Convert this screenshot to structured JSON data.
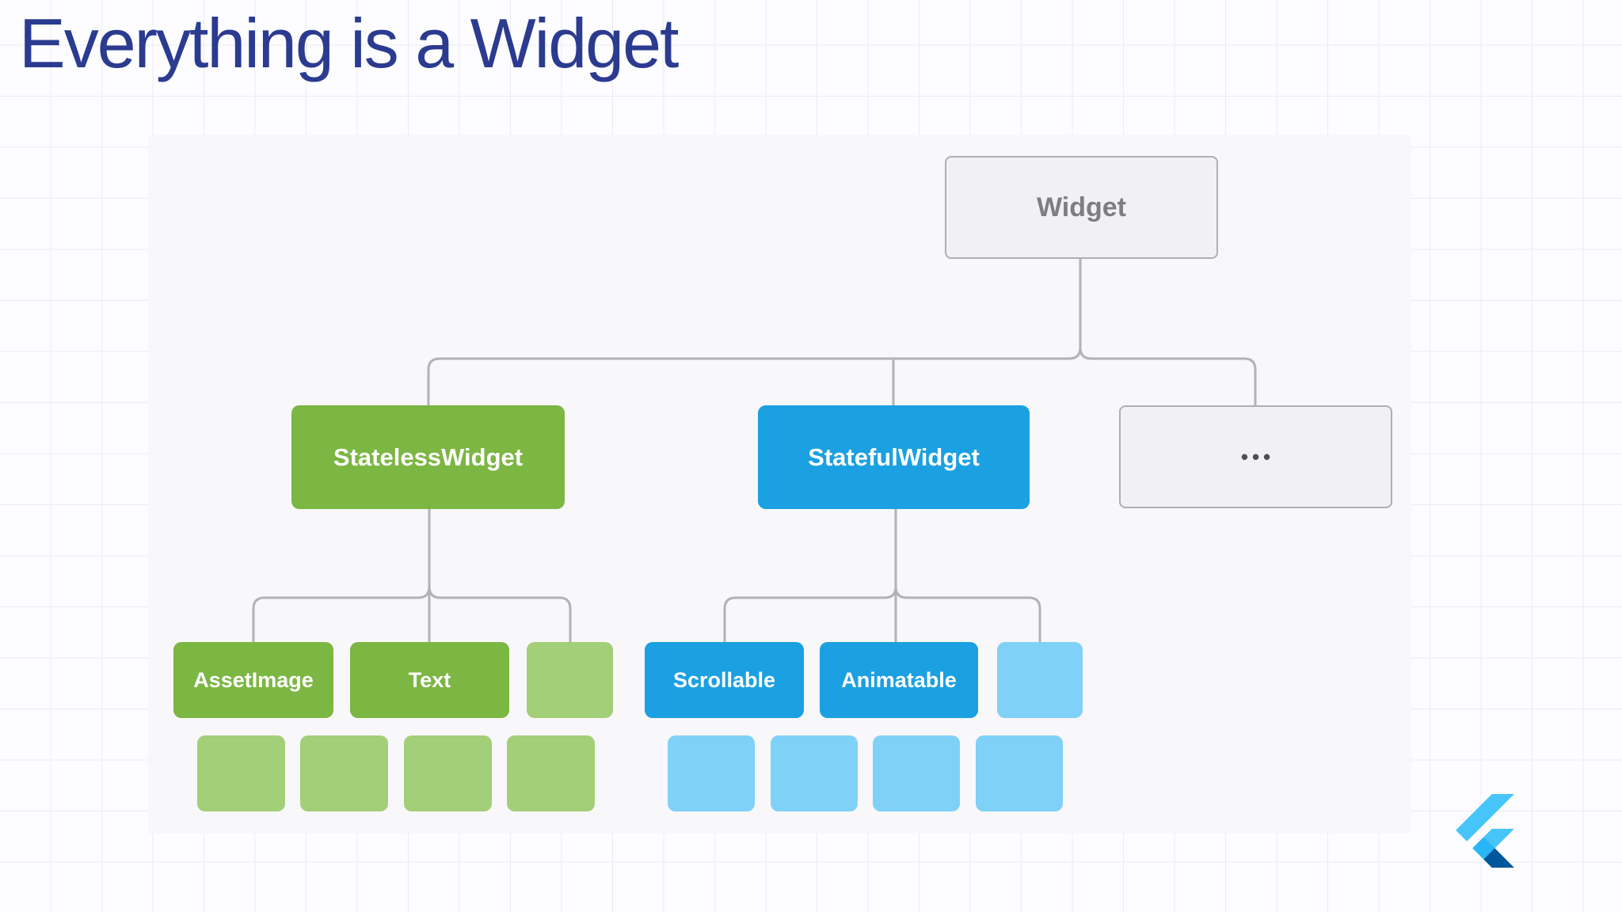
{
  "slide": {
    "title": "Everything is a Widget"
  },
  "diagram": {
    "nodes": {
      "root": {
        "label": "Widget"
      },
      "stateless": {
        "label": "StatelessWidget"
      },
      "stateful": {
        "label": "StatefulWidget"
      },
      "more": {
        "label": "•••"
      },
      "asset_image": {
        "label": "AssetImage"
      },
      "text": {
        "label": "Text"
      },
      "scrollable": {
        "label": "Scrollable"
      },
      "animatable": {
        "label": "Animatable"
      }
    },
    "tree": {
      "root": "Widget",
      "children": [
        {
          "label": "StatelessWidget",
          "color": "green",
          "children": [
            "AssetImage",
            "Text",
            "unlabeled"
          ],
          "unlabeled_grandchildren": 4
        },
        {
          "label": "StatefulWidget",
          "color": "blue",
          "children": [
            "Scrollable",
            "Animatable",
            "unlabeled"
          ],
          "unlabeled_grandchildren": 4
        },
        {
          "label": "…",
          "color": "gray",
          "children": []
        }
      ]
    },
    "placeholders": {
      "stateless_child_row": 1,
      "stateless_bottom_row": 4,
      "stateful_child_row": 1,
      "stateful_bottom_row": 4
    }
  },
  "logo": {
    "name": "flutter-logo"
  },
  "colors": {
    "green": "#7CB643",
    "green_light": "#A2CF77",
    "blue": "#1BA0E2",
    "blue_light": "#7FD1F7",
    "gray_fill": "#F1F1F4",
    "gray_border": "#AFAFB4",
    "gray_text": "#7D7D83",
    "connector": "#B2B2B7",
    "title": "#2B3B90",
    "page_bg": "#FDFCFE",
    "panel_bg": "#F8F7FA",
    "grid": "#EDEBF1",
    "dots": "#4A4F58",
    "logo_light": "#47C5FB",
    "logo_mid": "#29B6F6",
    "logo_dark": "#00569B"
  }
}
